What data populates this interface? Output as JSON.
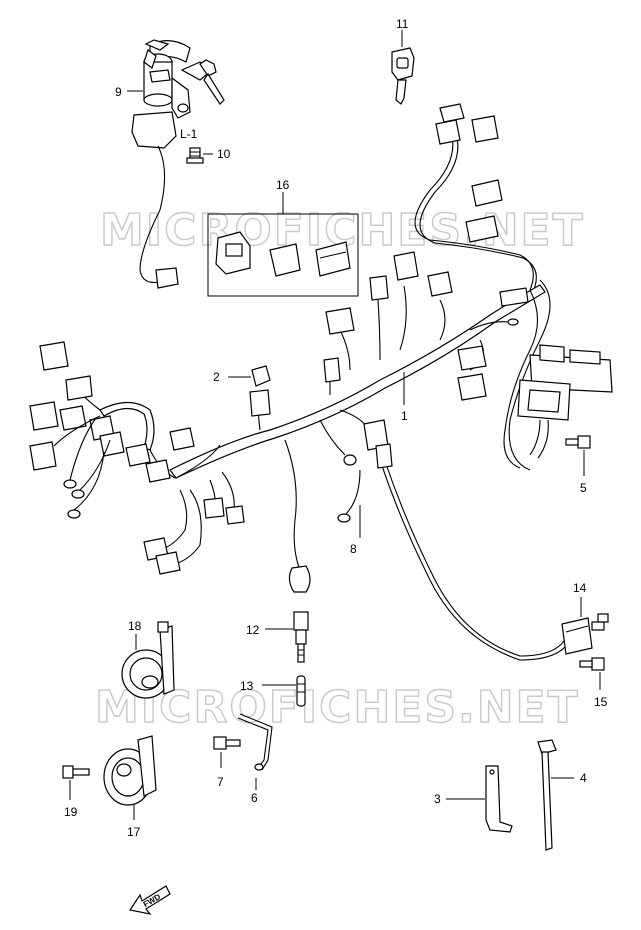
{
  "watermark": "MICROFICHES.NET",
  "fwd_label": "FWD",
  "ignition_label": "L-1",
  "callouts": {
    "c1": "1",
    "c2": "2",
    "c3": "3",
    "c4": "4",
    "c5": "5",
    "c6": "6",
    "c7": "7",
    "c8": "8",
    "c9": "9",
    "c10": "10",
    "c11": "11",
    "c12": "12",
    "c13": "13",
    "c14": "14",
    "c15": "15",
    "c16": "16",
    "c17": "17",
    "c18": "18",
    "c19": "19"
  }
}
